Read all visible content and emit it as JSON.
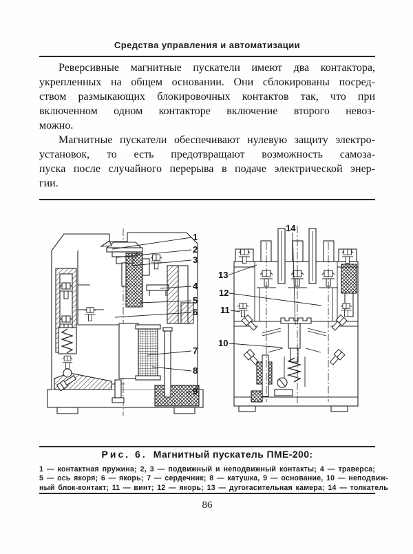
{
  "header": {
    "title": "Средства управления и автоматизации"
  },
  "body": {
    "paragraphs": [
      {
        "lines": [
          "Реверсивные магнитные пускатели имеют два контактора,",
          "укрепленных на общем основании. Они сблокированы посред-",
          "ством размыкающих блокировочных контактов так, что при",
          "включенном одном контакторе включение второго невоз-",
          "можно."
        ]
      },
      {
        "lines": [
          "Магнитные пускатели обеспечивают нулевую защиту электро-",
          "установок, то есть предотвращают возможность самоза-",
          "пуска после случайного перерыва в подаче электрической энер-",
          "гии."
        ]
      }
    ]
  },
  "figure": {
    "caption_label": "Рис. 6.",
    "caption_title": "Магнитный пускатель ПМЕ-200:",
    "legend_lines": [
      "1 — контактная пружина; 2, 3 — подвижный и неподвижный контакты; 4 — траверса;",
      "5 — ось якоря; 6 — якорь; 7 — сердечник; 8 — катушка, 9 — основание, 10 — неподвиж-",
      "ный блок-контакт; 11 — винт; 12 — якорь; 13 — дугогасительная камера; 14 — толкатель"
    ],
    "left_callouts": [
      "1",
      "2",
      "3",
      "4",
      "5",
      "6",
      "7",
      "8",
      "9"
    ],
    "right_callouts": [
      "10",
      "11",
      "12",
      "13",
      "14"
    ]
  },
  "footer": {
    "page_number": "86"
  }
}
